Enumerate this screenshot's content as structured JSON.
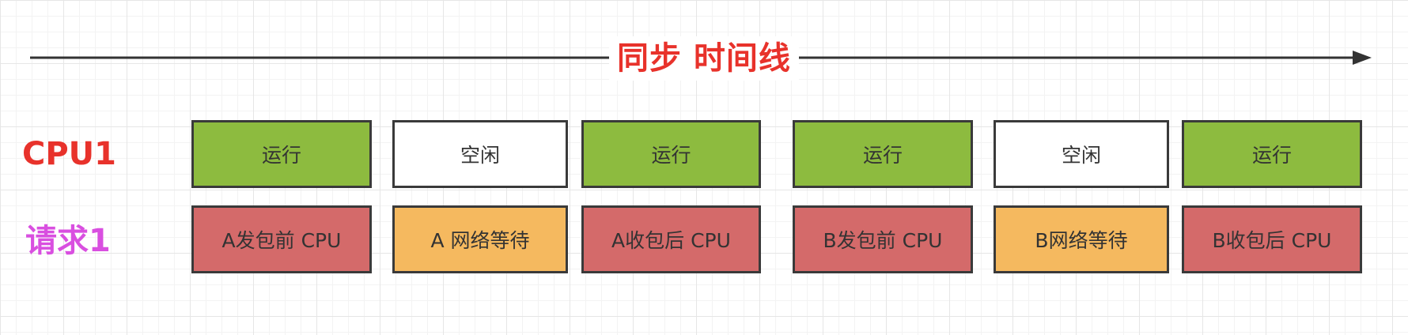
{
  "timeline": {
    "title": "同步 时间线",
    "title_color": "#e8322b",
    "line_color": "#333333"
  },
  "rows": {
    "cpu": {
      "label": "CPU1",
      "color": "#e8322b",
      "boxes": [
        {
          "text": "运行",
          "fill": "#8dbb3f"
        },
        {
          "text": "空闲",
          "fill": "#ffffff"
        },
        {
          "text": "运行",
          "fill": "#8dbb3f"
        },
        {
          "text": "运行",
          "fill": "#8dbb3f"
        },
        {
          "text": "空闲",
          "fill": "#ffffff"
        },
        {
          "text": "运行",
          "fill": "#8dbb3f"
        }
      ]
    },
    "request": {
      "label": "请求1",
      "color": "#d94fe0",
      "boxes": [
        {
          "text": "A发包前 CPU",
          "fill": "#d46a6a"
        },
        {
          "text": "A 网络等待",
          "fill": "#f5b95f"
        },
        {
          "text": "A收包后 CPU",
          "fill": "#d46a6a"
        },
        {
          "text": "B发包前 CPU",
          "fill": "#d46a6a"
        },
        {
          "text": "B网络等待",
          "fill": "#f5b95f"
        },
        {
          "text": "B收包后 CPU",
          "fill": "#d46a6a"
        }
      ]
    }
  }
}
